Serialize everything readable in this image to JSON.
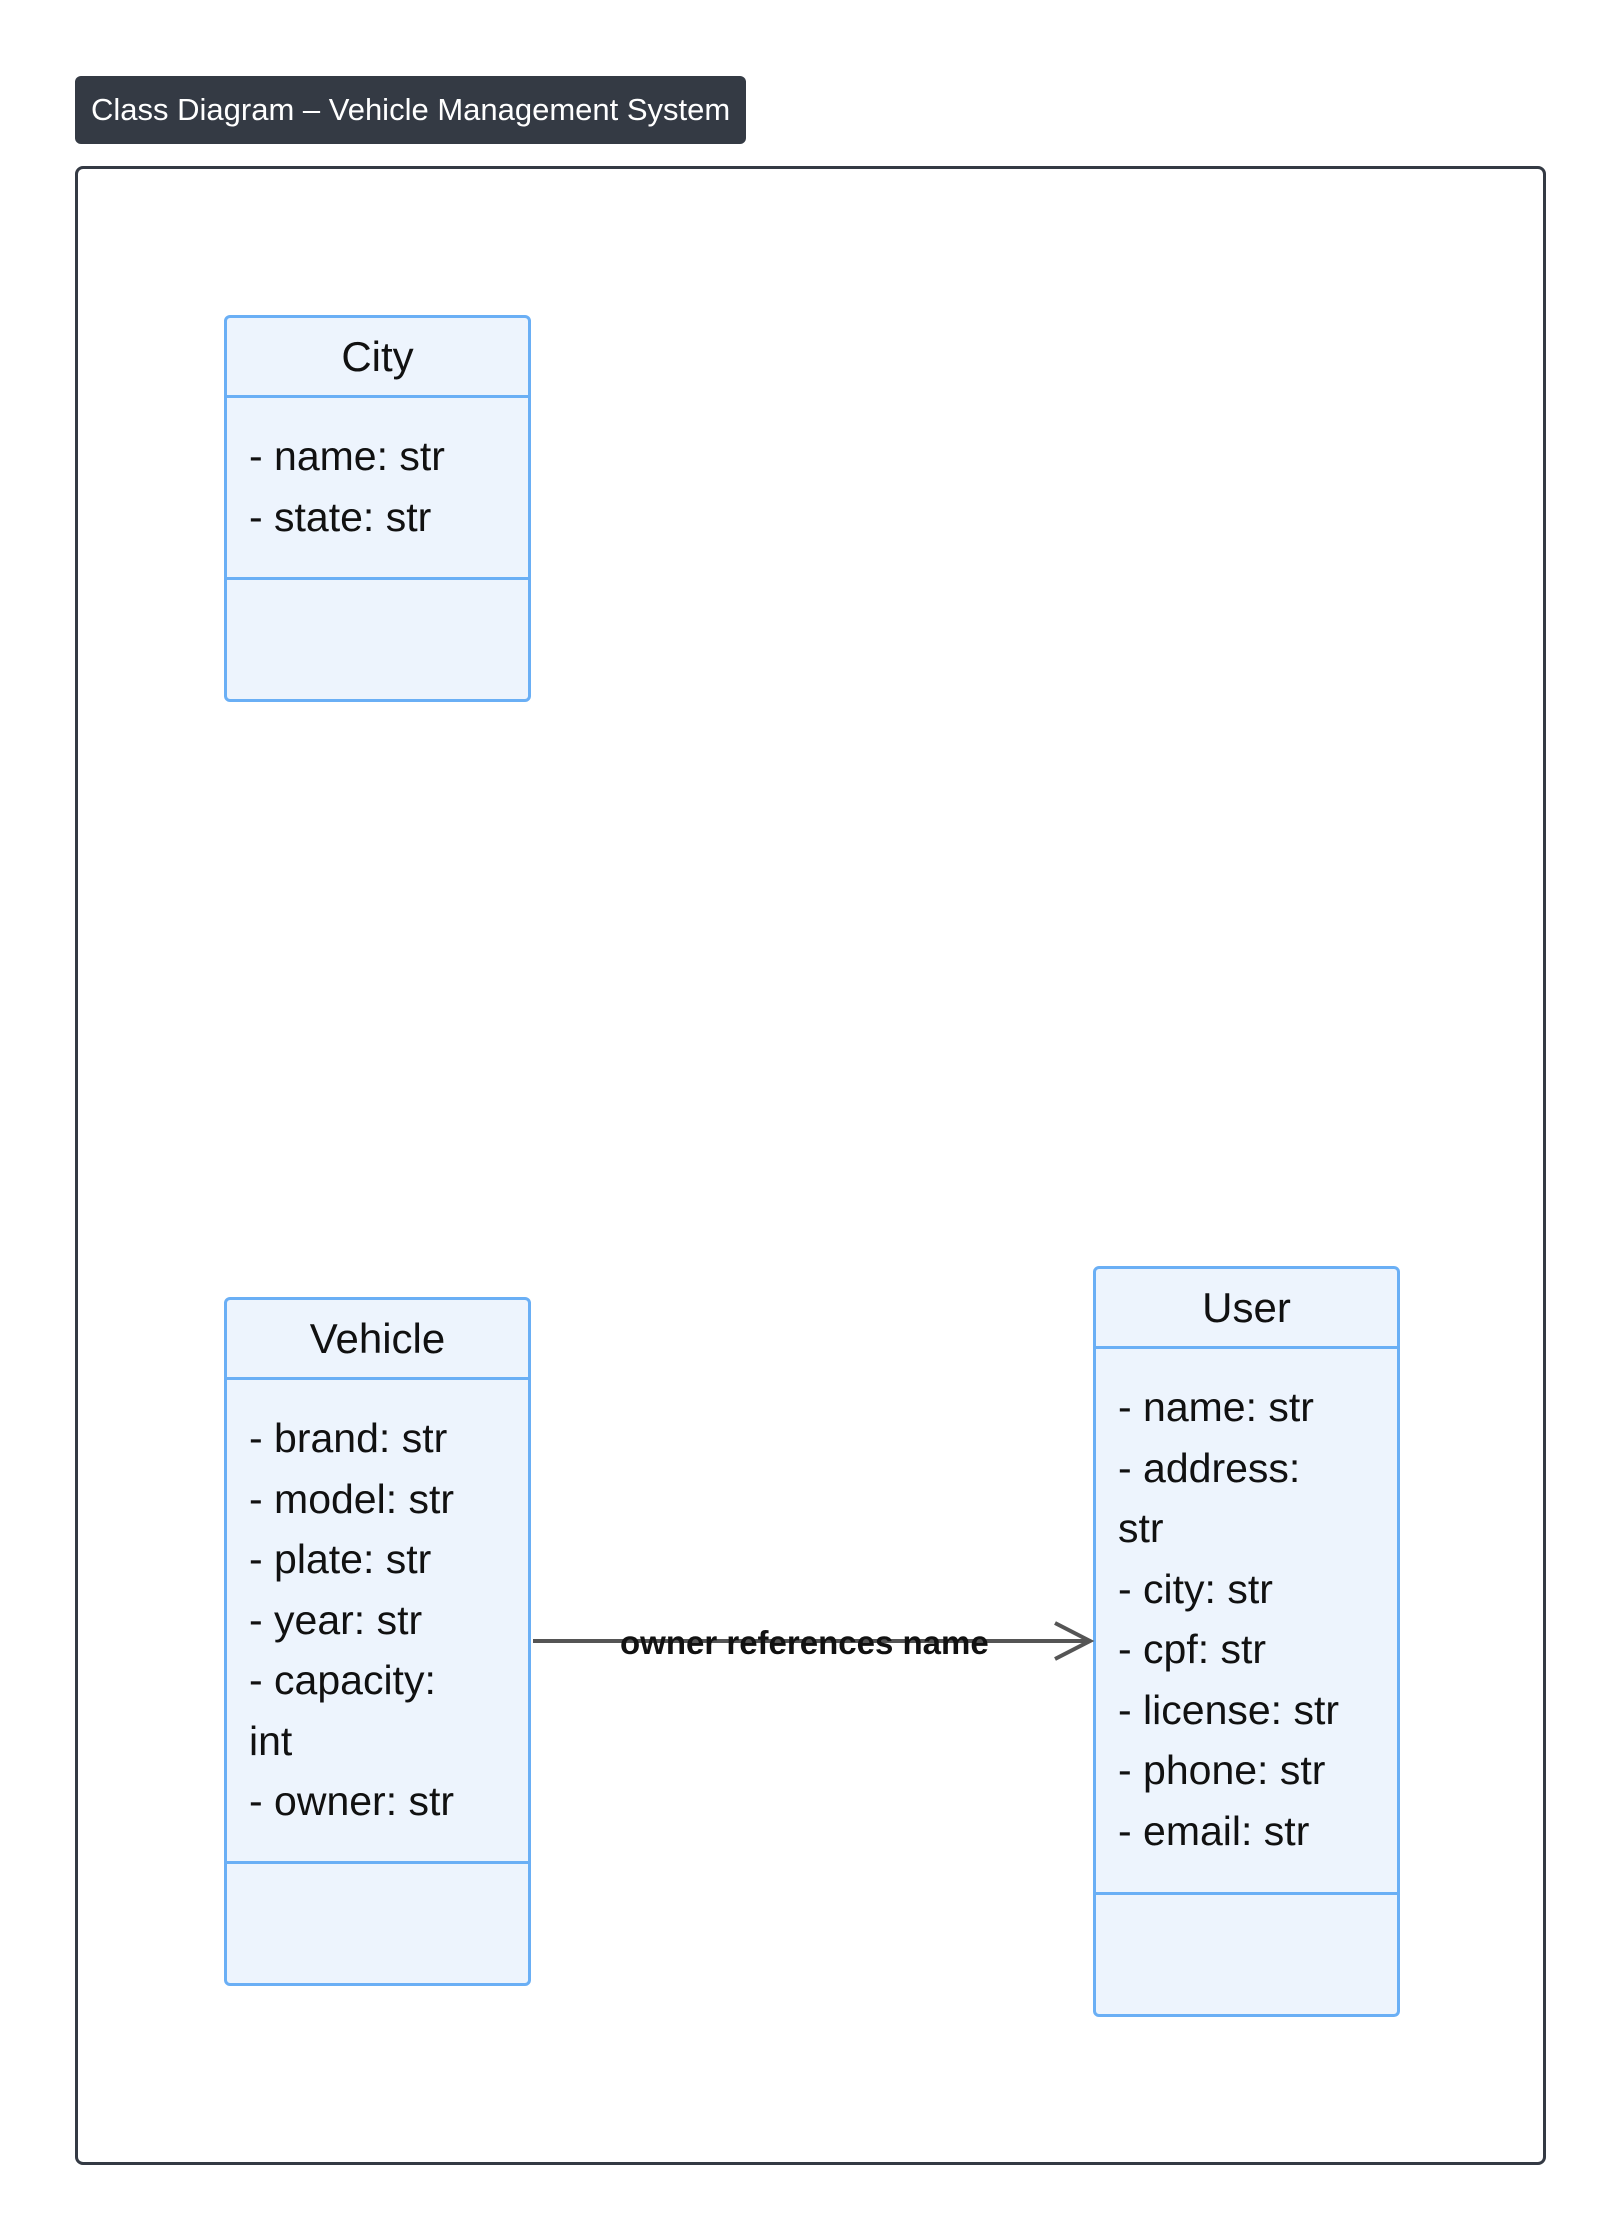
{
  "diagram": {
    "title": "Class Diagram – Vehicle Management System",
    "classes": {
      "city": {
        "name": "City",
        "attributes": [
          "- name: str",
          "- state: str"
        ],
        "methods": []
      },
      "vehicle": {
        "name": "Vehicle",
        "attributes": [
          "- brand: str",
          "- model: str",
          "- plate: str",
          "- year: str",
          "- capacity:",
          "int",
          "- owner: str"
        ],
        "methods": []
      },
      "user": {
        "name": "User",
        "attributes": [
          "- name: str",
          "- address:",
          "str",
          "- city: str",
          "- cpf: str",
          "- license: str",
          "- phone: str",
          "- email: str"
        ],
        "methods": []
      }
    },
    "relationships": [
      {
        "from": "Vehicle",
        "to": "User",
        "type": "association",
        "label": "owner references name"
      }
    ],
    "colors": {
      "class_fill": "#edf4fd",
      "class_border": "#6aaff5",
      "frame_border": "#343a44",
      "title_background": "#343a44",
      "title_text": "#ffffff",
      "connector": "#555555"
    }
  }
}
